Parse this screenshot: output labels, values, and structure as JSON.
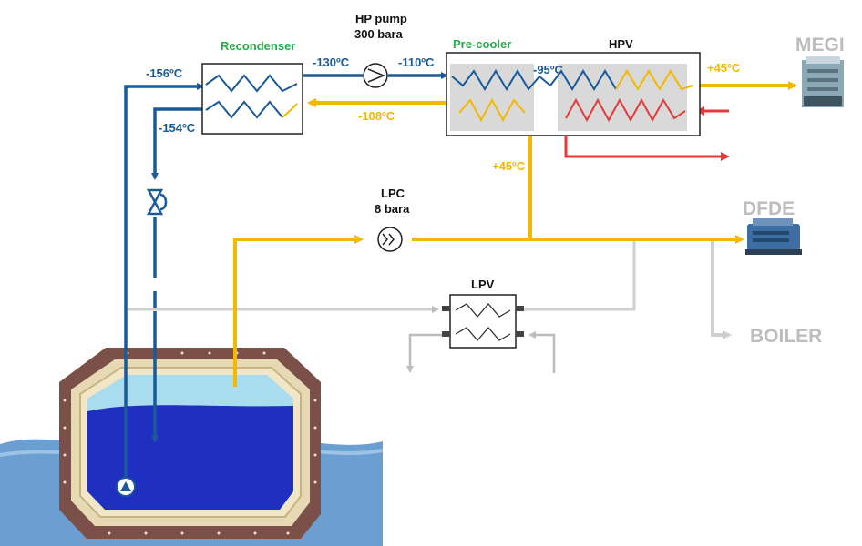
{
  "colors": {
    "lng_blue": "#1a5a9a",
    "gas_yellow": "#f5b800",
    "heating_red": "#e8383a",
    "inactive_grey": "#cfcfcf",
    "accent_green": "#2aa84a",
    "tank_blue": "#1f2fbf",
    "tank_liquid_light": "#a9dcef",
    "hull_brown": "#7a5048",
    "insulation_tan": "#e7d9b4",
    "sea_blue": "#6b9fd1"
  },
  "labels": {
    "recondenser": "Recondenser",
    "hp_pump_line1": "HP pump",
    "hp_pump_line2": "300 bara",
    "precooler": "Pre-cooler",
    "hpv": "HPV",
    "lpc_line1": "LPC",
    "lpc_line2": "8 bara",
    "lpv": "LPV",
    "megi": "MEGI",
    "dfde": "DFDE",
    "boiler": "BOILER"
  },
  "temperatures": {
    "t_in": "-156ºC",
    "t_ret": "-154ºC",
    "t_after_recond": "-130ºC",
    "t_after_pump": "-110ºC",
    "t_mid_hpv": "-95ºC",
    "t_out_hpv": "+45ºC",
    "t_back_yellow": "-108ºC",
    "t_precooler_in": "+45ºC"
  },
  "icons": {
    "hp_pump": "pump-icon",
    "lpc": "compressor-icon",
    "valve": "valve-icon",
    "tank_pump": "submerged-pump-icon",
    "megi_engine": "engine-icon",
    "dfde_engine": "engine-icon"
  }
}
